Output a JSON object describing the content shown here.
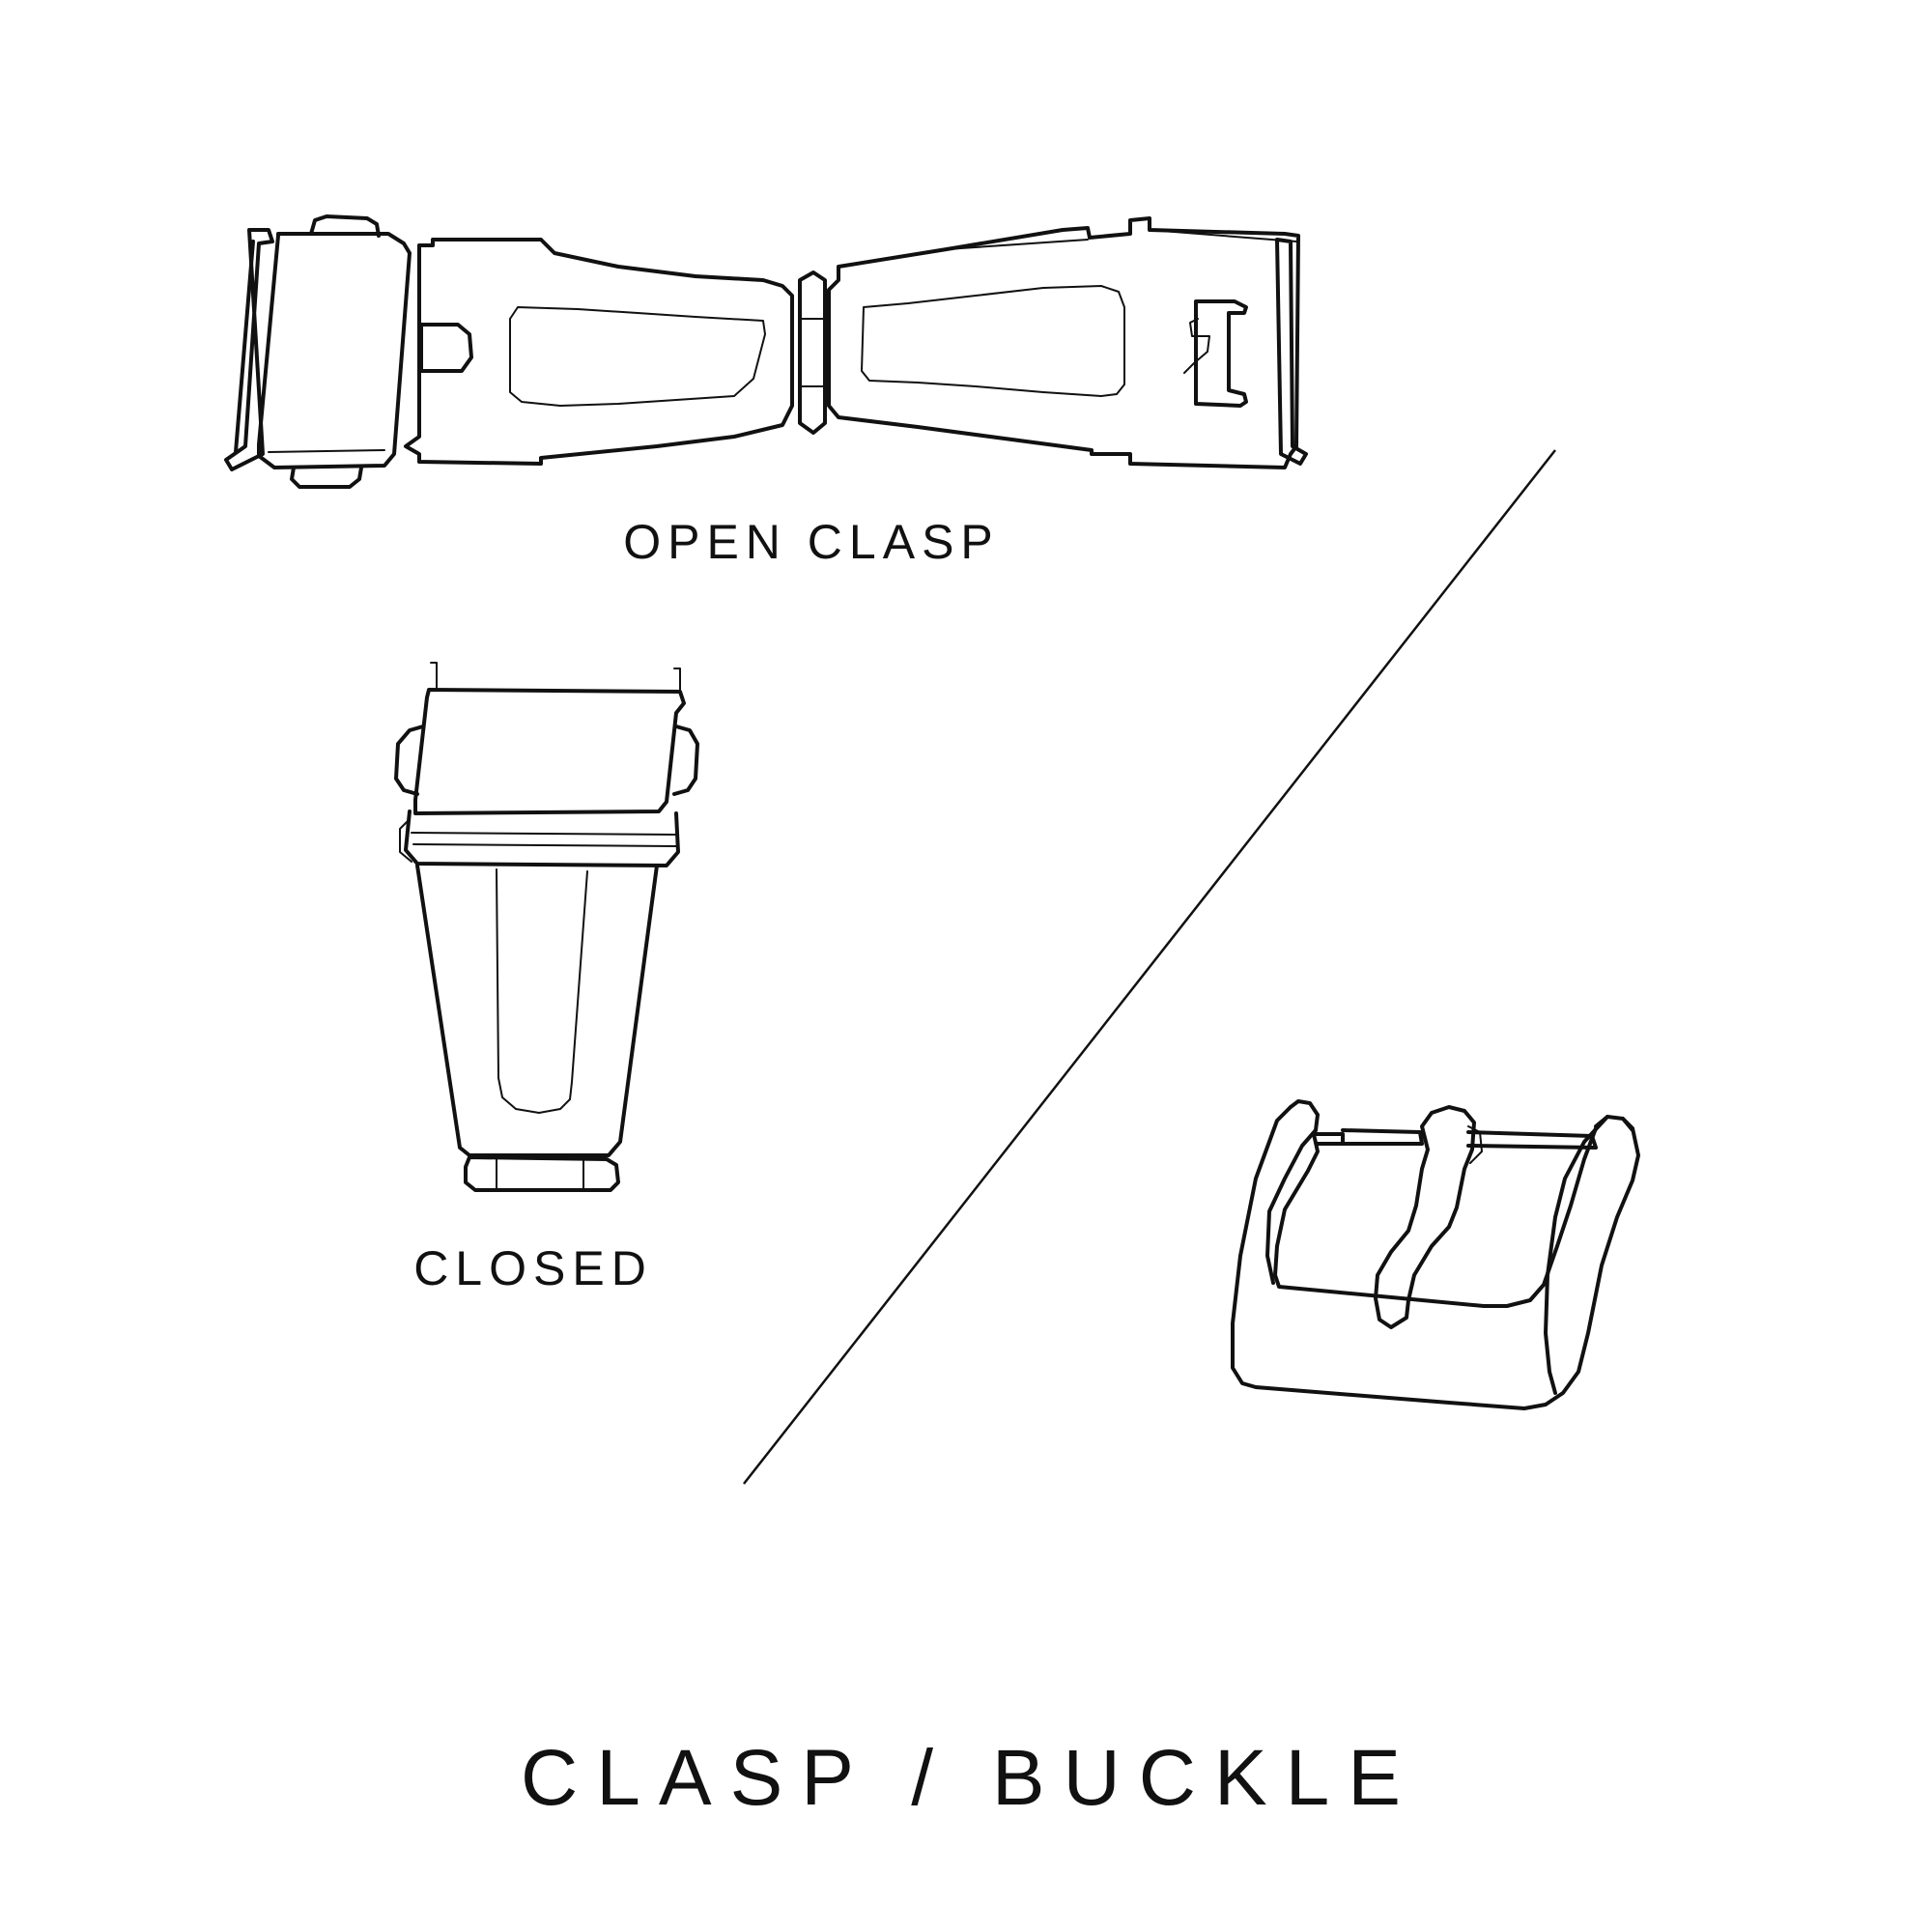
{
  "labels": {
    "open_clasp": "OPEN CLASP",
    "closed": "CLOSED",
    "title": "CLASP / BUCKLE"
  },
  "colors": {
    "background": "#ffffff",
    "ink": "#111111"
  }
}
